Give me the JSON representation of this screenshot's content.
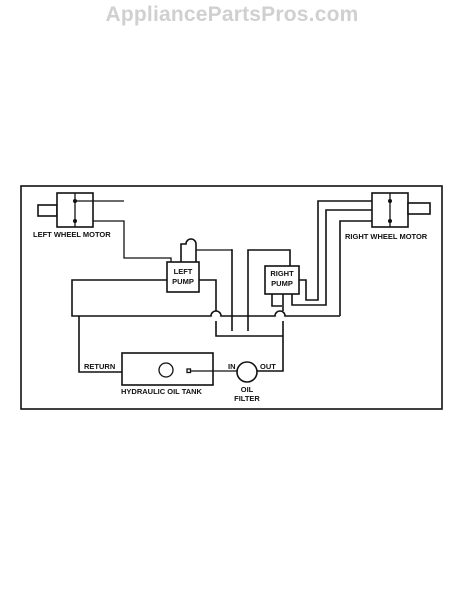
{
  "watermark": "AppliancePartsPros.com",
  "labels": {
    "left_wheel_motor": "LEFT WHEEL MOTOR",
    "right_wheel_motor": "RIGHT WHEEL MOTOR",
    "left_pump_line1": "LEFT",
    "left_pump_line2": "PUMP",
    "right_pump_line1": "RIGHT",
    "right_pump_line2": "PUMP",
    "return": "RETURN",
    "hydraulic_oil_tank": "HYDRAULIC OIL TANK",
    "in": "IN",
    "out": "OUT",
    "oil_filter_line1": "OIL",
    "oil_filter_line2": "FILTER"
  }
}
